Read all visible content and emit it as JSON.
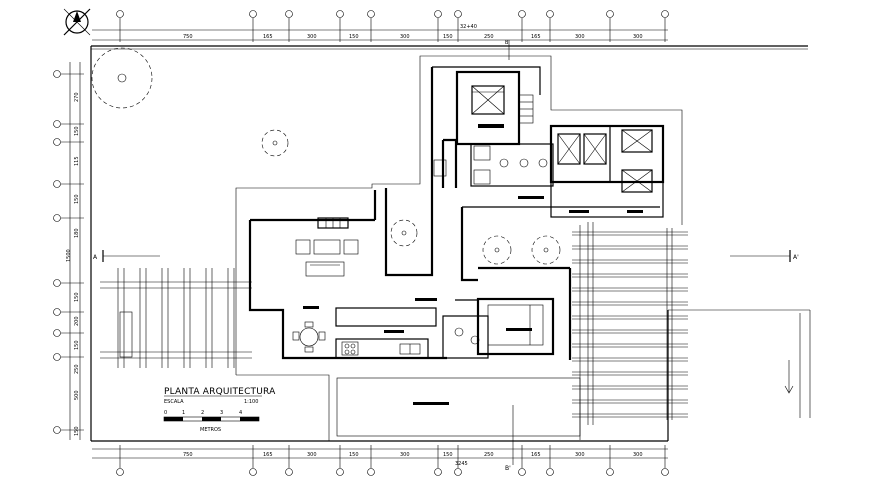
{
  "title": "PLANTA ARQUITECTURA",
  "scale_label": "ESCALA",
  "scale_value": "1:100",
  "units_label": "METROS",
  "scale_ticks": [
    "0",
    "1",
    "2",
    "3",
    "4"
  ],
  "section_labels": {
    "a_left": "A",
    "a_right": "A'",
    "b_top": "B",
    "b_bottom": "B'"
  },
  "dims_top": [
    "750",
    "165",
    "300",
    "150",
    "300",
    "150",
    "250",
    "165",
    "300",
    "300"
  ],
  "dims_bottom": [
    "750",
    "165",
    "300",
    "150",
    "300",
    "150",
    "250",
    "165",
    "300",
    "300"
  ],
  "dims_left": [
    "270",
    "150",
    "115",
    "150",
    "180",
    "1500",
    "150",
    "200",
    "150",
    "250",
    "500",
    "150"
  ],
  "dim_top_total": "32+40",
  "dim_bottom_total": "3245"
}
